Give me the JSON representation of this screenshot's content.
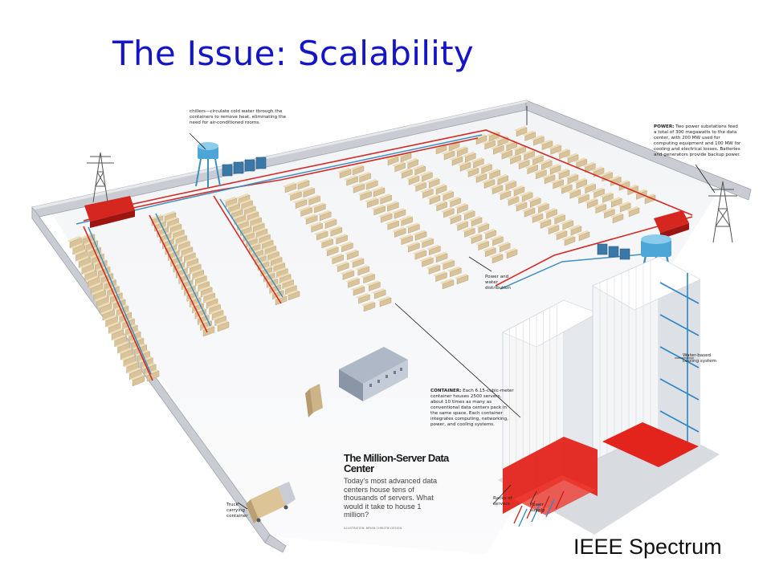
{
  "slide": {
    "title": "The Issue: Scalability",
    "credit": "IEEE Spectrum"
  },
  "illustration": {
    "chillers_note": "chillers—circulate cold water through the containers to remove heat, eliminating the need for air-conditioned rooms.",
    "power_note": {
      "label": "POWER:",
      "text": "Two power substations feed a total of 300 megawatts to the data center, with 200 MW used for computing equipment and 100 MW for cooling and electrical losses. Batteries and generators provide backup power."
    },
    "power_water_label": "Power and water distribution",
    "water_cooling_label": "Water-based cooling system",
    "container_note": {
      "label": "CONTAINER:",
      "text": "Each 6.15-cubic-meter container houses 2500 servers, about 10 times as many as conventional data centers pack in the same space. Each container integrates computing, networking, power, and cooling systems."
    },
    "racks_label": "Racks of servers",
    "power_supply_label": "Power supply",
    "truck_label": "Truck carrying container",
    "heading": "The Million-Server Data Center",
    "body": "Today's most advanced data centers house tens of thousands of servers. What would it take to house 1 million?",
    "illustration_credit": "ILLUSTRATION: BRYAN CHRISTIE DESIGN"
  },
  "colors": {
    "title": "#1515c8",
    "wall": "#c9ccd2",
    "container": "#d9c39a",
    "power_line": "#d42a24",
    "water_line": "#3f8fc4",
    "tower": "#4da6d8"
  }
}
